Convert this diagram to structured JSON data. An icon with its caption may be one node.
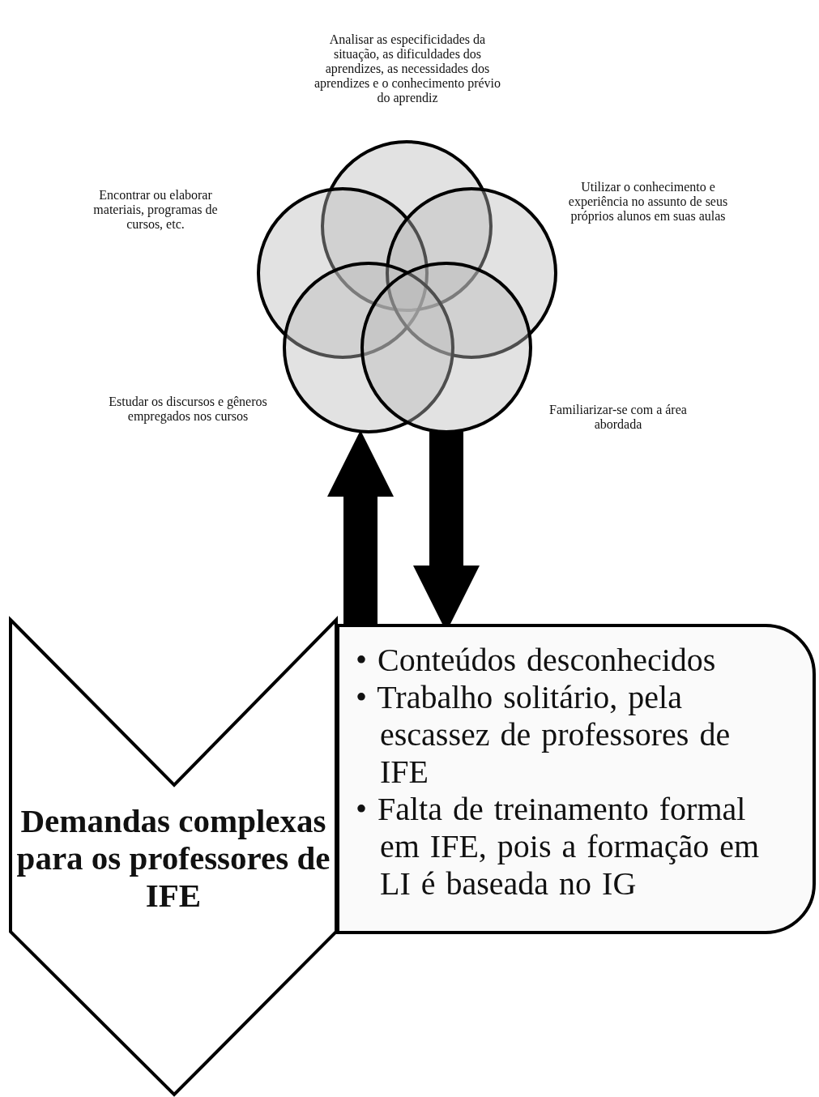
{
  "diagram": {
    "nodes": [
      {
        "text": [],
        "shape": "circle",
        "beside": [
          "Analisar as especificidades da situação, as dificuldades dos aprendizes, as necessidades dos aprendizes e o conhecimento  prévio do aprendiz"
        ]
      },
      {
        "text": [],
        "shape": "circle",
        "beside": [
          "Encontrar ou elaborar materiais, programas de cursos, etc."
        ]
      },
      {
        "text": [],
        "shape": "circle",
        "beside": [
          "Utilizar o conhecimento e experiência  no assunto de seus próprios alunos em suas aulas"
        ]
      },
      {
        "text": [],
        "shape": "circle",
        "beside": [
          "Estudar os discursos e gêneros empregados nos cursos"
        ]
      },
      {
        "text": [],
        "shape": "circle",
        "beside": [
          "Familiarizar-se com a área abordada"
        ]
      },
      {
        "text": [
          "Demandas complexas para os professores de IFE"
        ]
      },
      {
        "text": [
          "• Conteúdos desconhecidos",
          "• Trabalho solitário, pela escassez de professores de IFE",
          "• Falta de treinamento formal em IFE, pois a formação em LI é baseada no IG"
        ]
      }
    ],
    "edges": [
      {
        "from": 6,
        "to": 3,
        "arrow": "to"
      },
      {
        "from": 4,
        "to": 6,
        "arrow": "to"
      }
    ]
  }
}
